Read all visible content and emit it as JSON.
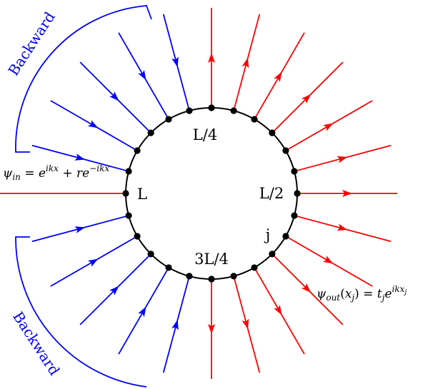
{
  "colors": {
    "backward": "#0000ff",
    "forward": "#ff0000",
    "ring": "#000000"
  },
  "ring": {
    "sites": 24,
    "labels": {
      "top": "L/4",
      "right": "L/2",
      "bottom": "3L/4",
      "left": "L",
      "site": "j"
    }
  },
  "equations": {
    "incoming": {
      "psi": "ψ",
      "psi_sub": "in",
      "eq": " = ",
      "base1": "e",
      "sup1": "ikx",
      "plus": " + ",
      "coef": "r",
      "base2": "e",
      "sup2": "−ikx"
    },
    "outgoing": {
      "psi": "ψ",
      "psi_sub": "out",
      "arg_open": "(",
      "arg_var": "x",
      "arg_sub": "j",
      "arg_close": ")",
      "eq": " = ",
      "coef": "t",
      "coef_sub": "j",
      "base": "e",
      "sup": "ikx",
      "sup_sub": "j"
    }
  },
  "brackets": {
    "upper_label": "Backward",
    "lower_label": "Backward"
  },
  "leads": [
    {
      "site": 1,
      "direction": "backward"
    },
    {
      "site": 2,
      "direction": "backward"
    },
    {
      "site": 3,
      "direction": "backward"
    },
    {
      "site": 4,
      "direction": "backward"
    },
    {
      "site": 5,
      "direction": "backward"
    },
    {
      "site": 6,
      "direction": "forward"
    },
    {
      "site": 7,
      "direction": "forward"
    },
    {
      "site": 8,
      "direction": "forward"
    },
    {
      "site": 9,
      "direction": "forward"
    },
    {
      "site": 10,
      "direction": "forward"
    },
    {
      "site": 11,
      "direction": "forward"
    },
    {
      "site": 12,
      "direction": "forward"
    },
    {
      "site": 13,
      "direction": "forward"
    },
    {
      "site": 14,
      "direction": "forward"
    },
    {
      "site": 15,
      "direction": "forward"
    },
    {
      "site": 16,
      "direction": "forward"
    },
    {
      "site": 17,
      "direction": "forward"
    },
    {
      "site": 18,
      "direction": "forward"
    },
    {
      "site": 19,
      "direction": "backward"
    },
    {
      "site": 20,
      "direction": "backward"
    },
    {
      "site": 21,
      "direction": "backward"
    },
    {
      "site": 22,
      "direction": "backward"
    },
    {
      "site": 23,
      "direction": "backward"
    },
    {
      "site": 24,
      "direction": "incoming"
    }
  ]
}
